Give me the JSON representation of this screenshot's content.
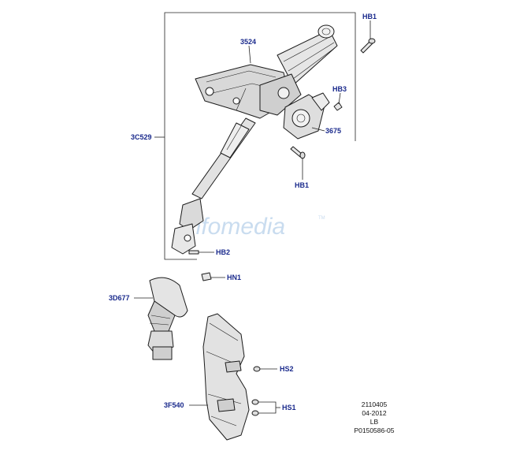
{
  "watermark": {
    "text": "infomedia",
    "tm": "TM"
  },
  "callouts": {
    "hb1_top": "HB1",
    "c3524": "3524",
    "hb3": "HB3",
    "c3c529": "3C529",
    "c3675": "3675",
    "hb1_bottom": "HB1",
    "hb2": "HB2",
    "hn1": "HN1",
    "c3d677": "3D677",
    "hs2": "HS2",
    "c3f540": "3F540",
    "hs1": "HS1"
  },
  "meta": {
    "line1": "2110405",
    "line2": "04-2012",
    "line3": "LB",
    "line4": "P0150586-05"
  }
}
